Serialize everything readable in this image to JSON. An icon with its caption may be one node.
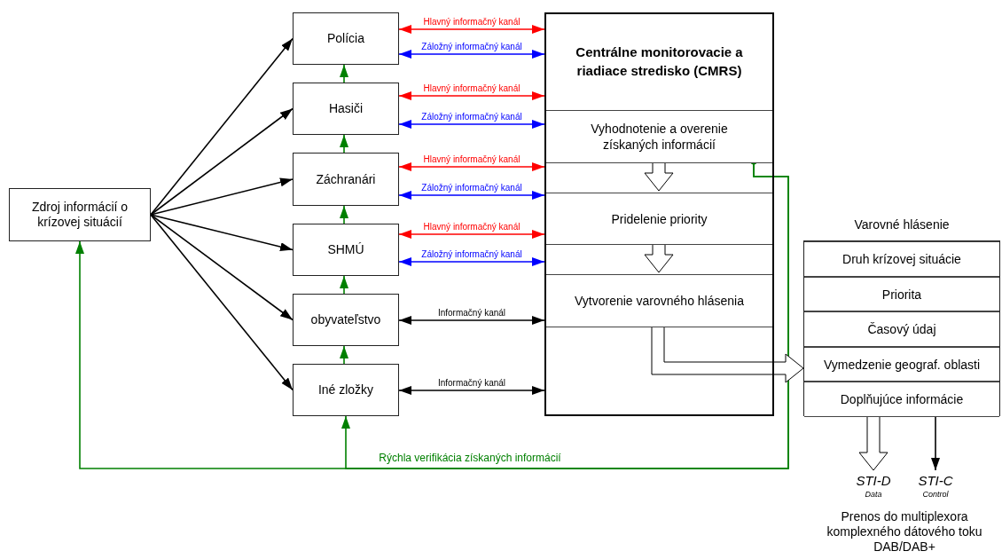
{
  "diagram": {
    "nodes": [
      {
        "text": [
          "Zdroj informácií o krízovej situácií"
        ]
      },
      {
        "text": [
          "Polícia"
        ]
      },
      {
        "text": [
          "Hasiči"
        ]
      },
      {
        "text": [
          "Záchranári"
        ]
      },
      {
        "text": [
          "SHMÚ"
        ]
      },
      {
        "text": [
          "obyvateľstvo"
        ]
      },
      {
        "text": [
          "Iné zložky"
        ]
      },
      {
        "text": [
          "Centrálne monitorovacie a riadiace stredisko (CMRS)"
        ]
      },
      {
        "text": [
          "Vyhodnotenie a overenie získaných informácií"
        ],
        "in": 7
      },
      {
        "text": [
          "Pridelenie priority"
        ],
        "in": 7
      },
      {
        "text": [
          "Vytvorenie varovného hlásenia"
        ],
        "in": 7
      },
      {
        "text": [
          "Varovné hlásenie"
        ]
      },
      {
        "text": [
          "Druh krízovej situácie"
        ],
        "in": 11
      },
      {
        "text": [
          "Priorita"
        ],
        "in": 11
      },
      {
        "text": [
          "Časový údaj"
        ],
        "in": 11
      },
      {
        "text": [
          "Vymedzenie geograf. oblasti"
        ],
        "in": 11
      },
      {
        "text": [
          "Doplňujúce informácie"
        ],
        "in": 11
      },
      {
        "text": [
          "STI-D",
          "Data"
        ]
      },
      {
        "text": [
          "STI-C",
          "Control"
        ]
      }
    ],
    "edges": [
      {
        "from": 0,
        "to": 1,
        "arrow": "to"
      },
      {
        "from": 0,
        "to": 2,
        "arrow": "to"
      },
      {
        "from": 0,
        "to": 3,
        "arrow": "to"
      },
      {
        "from": 0,
        "to": 4,
        "arrow": "to"
      },
      {
        "from": 0,
        "to": 5,
        "arrow": "to"
      },
      {
        "from": 0,
        "to": 6,
        "arrow": "to"
      },
      {
        "from": 1,
        "to": 7,
        "arrow": "both",
        "label": "Hlavný informačný kanál",
        "color": "#ff0000"
      },
      {
        "from": 1,
        "to": 7,
        "arrow": "both",
        "label": "Záložný informačný kanál",
        "color": "#0000ff"
      },
      {
        "from": 2,
        "to": 7,
        "arrow": "both",
        "label": "Hlavný informačný kanál",
        "color": "#ff0000"
      },
      {
        "from": 2,
        "to": 7,
        "arrow": "both",
        "label": "Záložný informačný kanál",
        "color": "#0000ff"
      },
      {
        "from": 3,
        "to": 7,
        "arrow": "both",
        "label": "Hlavný informačný kanál",
        "color": "#ff0000"
      },
      {
        "from": 3,
        "to": 7,
        "arrow": "both",
        "label": "Záložný informačný kanál",
        "color": "#0000ff"
      },
      {
        "from": 4,
        "to": 7,
        "arrow": "both",
        "label": "Hlavný informačný kanál",
        "color": "#ff0000"
      },
      {
        "from": 4,
        "to": 7,
        "arrow": "both",
        "label": "Záložný informačný kanál",
        "color": "#0000ff"
      },
      {
        "from": 5,
        "to": 7,
        "arrow": "both",
        "label": "Informačný kanál"
      },
      {
        "from": 6,
        "to": 7,
        "arrow": "both",
        "label": "Informačný kanál"
      },
      {
        "from": 2,
        "to": 1,
        "arrow": "to",
        "color": "#008000"
      },
      {
        "from": 3,
        "to": 2,
        "arrow": "to",
        "color": "#008000"
      },
      {
        "from": 4,
        "to": 3,
        "arrow": "to",
        "color": "#008000"
      },
      {
        "from": 5,
        "to": 4,
        "arrow": "to",
        "color": "#008000"
      },
      {
        "from": 6,
        "to": 5,
        "arrow": "to",
        "color": "#008000"
      },
      {
        "from": 8,
        "to": 0,
        "arrow": "to",
        "label": "Rýchla verifikácia získaných informácií",
        "color": "#008000"
      },
      {
        "from": 8,
        "to": 6,
        "arrow": "to",
        "color": "#008000"
      },
      {
        "from": 8,
        "to": 9,
        "arrow": "to",
        "style": "thick"
      },
      {
        "from": 9,
        "to": 10,
        "arrow": "to",
        "style": "thick"
      },
      {
        "from": 10,
        "to": 15,
        "arrow": "to",
        "style": "thick"
      },
      {
        "from": 16,
        "to": 17,
        "arrow": "to",
        "style": "thick"
      },
      {
        "from": 16,
        "to": 18,
        "arrow": "to"
      }
    ],
    "labels": [
      "Prenos do multiplexora komplexného dátového toku DAB/DAB+"
    ]
  }
}
